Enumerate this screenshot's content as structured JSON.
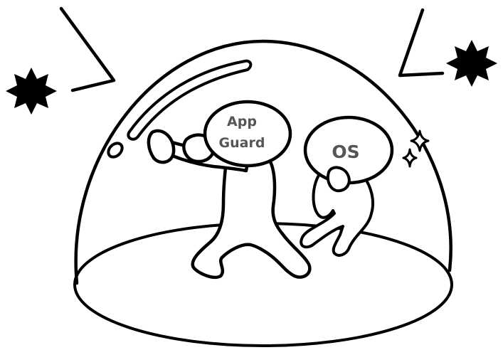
{
  "labels": {
    "guard_line1": "App",
    "guard_line2": "Guard",
    "os": "OS"
  },
  "colors": {
    "ink": "#000000",
    "paper": "#ffffff",
    "label": "#555555"
  },
  "icons": [
    "impact-burst-icon",
    "impact-burst-icon",
    "sparkle-icon",
    "sparkle-icon"
  ]
}
